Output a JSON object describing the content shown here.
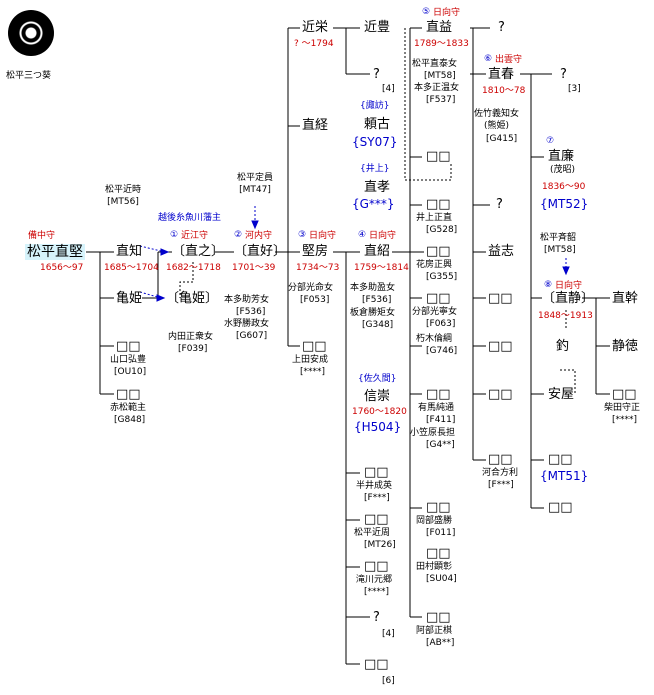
{
  "crest": {
    "icon": "aoi-crest-icon",
    "label": "松平三つ葵"
  },
  "persons": {
    "katakata": {
      "office": "備中守",
      "name": "松平直堅",
      "years": "1656〜97"
    },
    "naotoki": {
      "name": "松平近時",
      "code": "[MT56]"
    },
    "naotomo": {
      "name": "直知",
      "years": "1685〜1704"
    },
    "kamehime1": {
      "name": "亀姫"
    },
    "yamaguchi": {
      "name": "□□",
      "spouse": "山口弘豊",
      "code": "[OU10]"
    },
    "akamatsu": {
      "name": "□□",
      "spouse": "赤松範主",
      "code": "[G848]"
    },
    "naoyuki": {
      "num": "①",
      "office": "近江守",
      "name": "〔直之〕",
      "years": "1682〜1718",
      "note": "越後糸魚川藩主"
    },
    "kamehime2": {
      "name": "〔亀姫〕"
    },
    "uchida": {
      "spouse": "内田正衆女",
      "code": "[F039]"
    },
    "naoyoshi": {
      "num": "②",
      "office": "河内守",
      "name": "〔直好〕",
      "years": "1701〜39",
      "adoptive": "松平定員",
      "adoptive_code": "[MT47]",
      "w1": "本多助芳女",
      "w1code": "[F536]",
      "w2": "水野勝政女",
      "w2code": "[G607]"
    },
    "chikae": {
      "name": "近栄",
      "years": "? 〜1794"
    },
    "naotsune": {
      "name": "直経"
    },
    "katafusa": {
      "num": "③",
      "office": "日向守",
      "name": "堅房",
      "years": "1734〜73",
      "w": "分部光命女",
      "wcode": "[F053]"
    },
    "ueda": {
      "name": "□□",
      "spouse": "上田安成",
      "code": "[****]"
    },
    "chikatoyo": {
      "name": "近豊"
    },
    "q1": {
      "name": "?",
      "num": "[4]"
    },
    "yoriyoshi": {
      "clan": "{諏訪}",
      "name": "頼古",
      "code": "{SY07}"
    },
    "naotaka": {
      "clan": "{井上}",
      "name": "直孝",
      "code": "{G***}"
    },
    "naotsugu": {
      "num": "④",
      "office": "日向守",
      "name": "直紹",
      "years": "1759〜1814",
      "w1": "本多助盈女",
      "w1code": "[F536]",
      "w2": "板倉勝矩女",
      "w2code": "[G348]"
    },
    "nobumune": {
      "clan": "{佐久間}",
      "name": "信崇",
      "years": "1760〜1820",
      "code": "{H504}"
    },
    "hirai": {
      "name": "□□",
      "spouse": "半井成英",
      "code": "[F***]"
    },
    "chikachika": {
      "name": "□□",
      "spouse": "松平近周",
      "code": "[MT26]"
    },
    "takigawa": {
      "name": "□□",
      "spouse": "滝川元郷",
      "code": "[****]"
    },
    "q2": {
      "name": "?",
      "num": "[4]"
    },
    "last6": {
      "name": "□□",
      "num": "[6]"
    },
    "naomasu": {
      "num": "⑤",
      "office": "日向守",
      "name": "直益",
      "years": "1789〜1833",
      "w1": "松平直泰女",
      "w1code": "[MT58]",
      "w2": "本多正温女",
      "w2code": "[F537]"
    },
    "q3": {
      "name": "?"
    },
    "inoue": {
      "name": "□□",
      "spouse": "井上正直",
      "code": "[G528]"
    },
    "hanabusa": {
      "name": "□□",
      "spouse": "花房正興",
      "code": "[G355]"
    },
    "wakebe": {
      "name": "□□",
      "spouse": "分部光寧女",
      "code": "[F063]"
    },
    "kutsuki": {
      "name": "□□",
      "spouse": "朽木倫綱",
      "code": "[G746]"
    },
    "arima": {
      "name": "□□",
      "spouse": "有馬純通",
      "code": "[F411]"
    },
    "ogasawara": {
      "name": "□□",
      "spouse": "小笠原長担",
      "code": "[G4**]"
    },
    "okabe": {
      "name": "□□",
      "spouse": "岡部盛勝",
      "code": "[F011]"
    },
    "tamura": {
      "name": "□□",
      "spouse": "田村顕彰",
      "code": "[SU04]"
    },
    "abe": {
      "name": "□□",
      "spouse": "阿部正棋",
      "code": "[AB**]"
    },
    "naoharu": {
      "num": "⑥",
      "office": "出雲守",
      "name": "直春",
      "years": "1810〜78",
      "w": "佐竹義知女",
      "w2": "(熊姫)",
      "wcode": "[G415]"
    },
    "q4": {
      "name": "?",
      "num": "[3]"
    },
    "q5": {
      "name": "?"
    },
    "ekishi": {
      "name": "益志"
    },
    "g4_1": {
      "name": "□□"
    },
    "g4_2": {
      "name": "□□"
    },
    "g4_3": {
      "name": "□□"
    },
    "kawai": {
      "name": "□□",
      "spouse": "河合方利",
      "code": "[F***]"
    },
    "naohiro": {
      "num": "⑦",
      "name": "直廉",
      "alias": "(茂昭)",
      "years": "1836〜90",
      "code": "{MT52}"
    },
    "naoshizu": {
      "num": "⑧",
      "office": "日向守",
      "name": "〔直静〕",
      "years": "1848〜1913",
      "adoptive": "松平斉韶",
      "adoptive_code": "[MT58]"
    },
    "shaku": {
      "name": "釣"
    },
    "anya": {
      "name": "安屋"
    },
    "mt51": {
      "name": "□□",
      "code": "{MT51}"
    },
    "g5_last": {
      "name": "□□"
    },
    "naomoto": {
      "name": "直幹"
    },
    "shizunori": {
      "name": "静徳"
    },
    "shibata": {
      "name": "□□",
      "spouse": "柴田守正",
      "code": "[****]"
    }
  }
}
